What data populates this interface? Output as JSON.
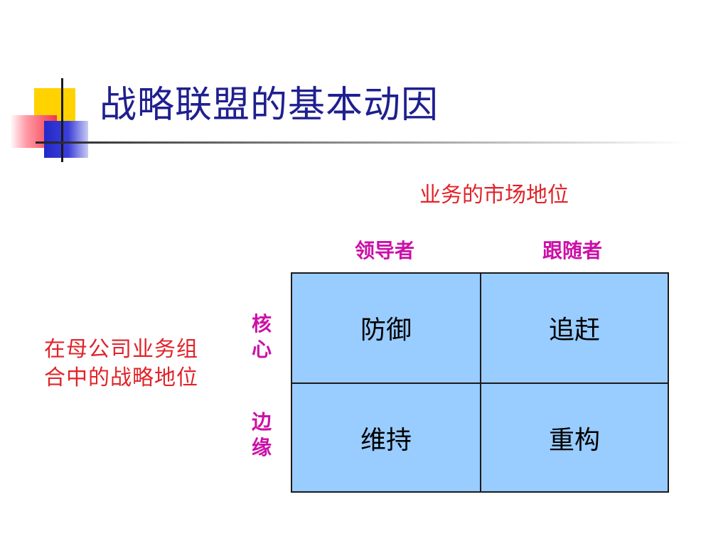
{
  "slide": {
    "title": "战略联盟的基本动因"
  },
  "matrix": {
    "market_position_label": "业务的市场地位",
    "parent_position_label": "在母公司业务组合中的战略地位",
    "columns": [
      "领导者",
      "跟随者"
    ],
    "rows": [
      {
        "label_chars": [
          "核",
          "心"
        ],
        "cells": [
          "防御",
          "追赶"
        ]
      },
      {
        "label_chars": [
          "边",
          "缘"
        ],
        "cells": [
          "维持",
          "重构"
        ]
      }
    ]
  },
  "colors": {
    "title": "#1f1f8f",
    "label_red": "#e0242a",
    "header_magenta": "#cc10a8",
    "cell_fill": "#99ccff"
  }
}
